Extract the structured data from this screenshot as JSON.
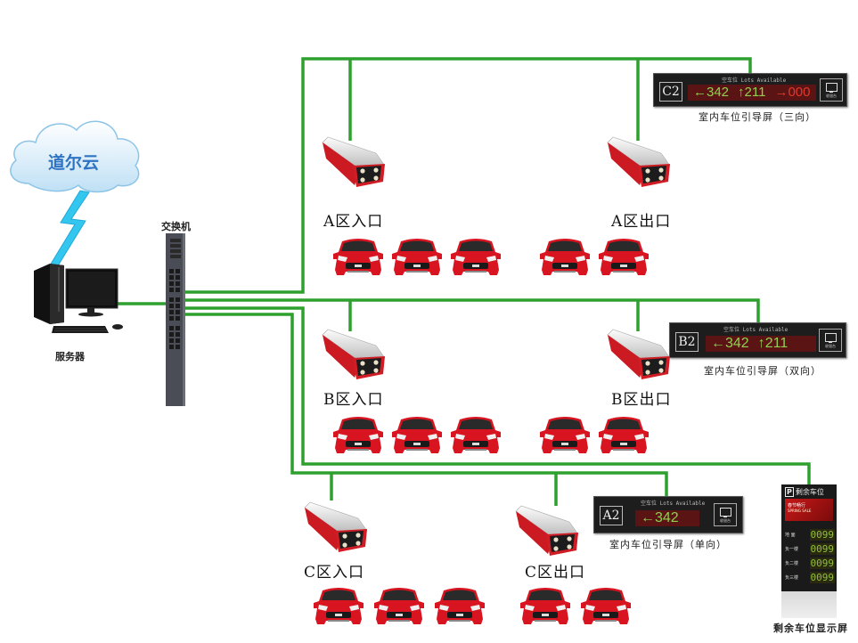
{
  "cloud": {
    "label": "道尔云",
    "icon": "cloud-icon"
  },
  "server": {
    "label": "服务器",
    "icon": "computer-icon"
  },
  "switch": {
    "label": "交换机",
    "icon": "network-switch-icon"
  },
  "colors": {
    "wire": "#2ea02e",
    "led_green": "#8fd14f",
    "led_red": "#e0392b",
    "led_bg": "#5a1414",
    "cloud_text": "#2f74c4",
    "lightning": "#33c6ee",
    "car_red": "#d7141f"
  },
  "zones": [
    {
      "name": "A",
      "entrance": {
        "label": "A区入口",
        "cars": 3
      },
      "exit": {
        "label": "A区出口",
        "cars": 2
      }
    },
    {
      "name": "B",
      "entrance": {
        "label": "B区入口",
        "cars": 3
      },
      "exit": {
        "label": "B区出口",
        "cars": 2
      }
    },
    {
      "name": "C",
      "entrance": {
        "label": "C区入口",
        "cars": 3
      },
      "exit": {
        "label": "C区出口",
        "cars": 2
      }
    }
  ],
  "guide_screens": [
    {
      "id": "C2",
      "header": "空车位 Lots Available",
      "caption": "室内车位引导屏（三向）",
      "cashier_label": "收银台",
      "values": [
        {
          "arrow": "←",
          "value": "342",
          "color": "green"
        },
        {
          "arrow": "↑",
          "value": "211",
          "color": "green"
        },
        {
          "arrow": "→",
          "value": "000",
          "color": "red"
        }
      ]
    },
    {
      "id": "B2",
      "header": "空车位 Lots Available",
      "caption": "室内车位引导屏（双向）",
      "cashier_label": "收银台",
      "values": [
        {
          "arrow": "←",
          "value": "342",
          "color": "green"
        },
        {
          "arrow": "↑",
          "value": "211",
          "color": "green"
        }
      ]
    },
    {
      "id": "A2",
      "header": "空车位 Lots Available",
      "caption": "室内车位引导屏（单向）",
      "cashier_label": "收银台",
      "values": [
        {
          "arrow": "←",
          "value": "342",
          "color": "green"
        }
      ]
    }
  ],
  "remaining_display": {
    "header_icon": "P",
    "header": "剩余车位",
    "ad_line1": "春节畅行",
    "ad_line2": "SPRING SALE",
    "rows": [
      {
        "floor": "地 面",
        "count": "0099"
      },
      {
        "floor": "负一楼",
        "count": "0099"
      },
      {
        "floor": "负二楼",
        "count": "0099"
      },
      {
        "floor": "负三楼",
        "count": "0099"
      }
    ],
    "caption": "剩余车位显示屏"
  }
}
